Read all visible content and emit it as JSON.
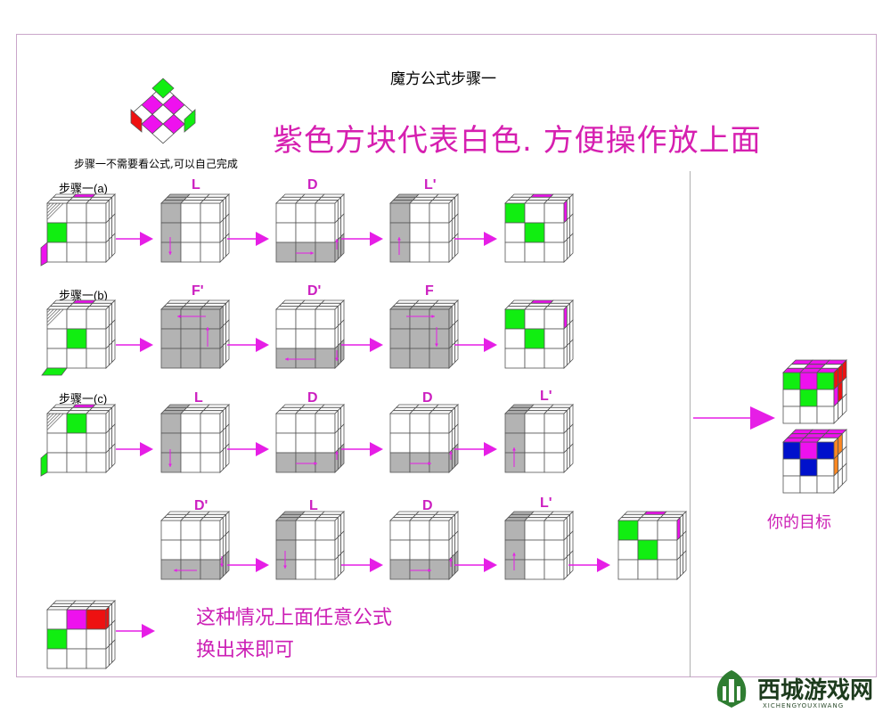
{
  "title": "魔方公式步骤一",
  "headline": "紫色方块代表白色. 方便操作放上面",
  "subnote": "步骤一不需要看公式,可以自己完成",
  "rows": [
    {
      "label": "步骤一(a)",
      "moves": [
        "L",
        "D",
        "L'"
      ]
    },
    {
      "label": "步骤一(b)",
      "moves": [
        "F'",
        "D'",
        "F"
      ]
    },
    {
      "label": "步骤一(c)",
      "moves": [
        "L",
        "D",
        "D",
        "L'"
      ]
    },
    {
      "label": "",
      "moves": [
        "D'",
        "L",
        "D",
        "L'"
      ]
    }
  ],
  "note_line1": "这种情况上面任意公式",
  "note_line2": "换出来即可",
  "goal_label": "你的目标",
  "watermark": {
    "text": "西城游戏网",
    "sub": "XICHENGYOUXIWANG"
  },
  "colors": {
    "highlight": "#ee11ee",
    "green": "#11ee11",
    "red": "#ee1111",
    "blue": "#0011cc",
    "orange": "#ff8822",
    "gray": "#b3b3b3",
    "arrow": "#e61ee6",
    "text_accent": "#d61fb0"
  }
}
